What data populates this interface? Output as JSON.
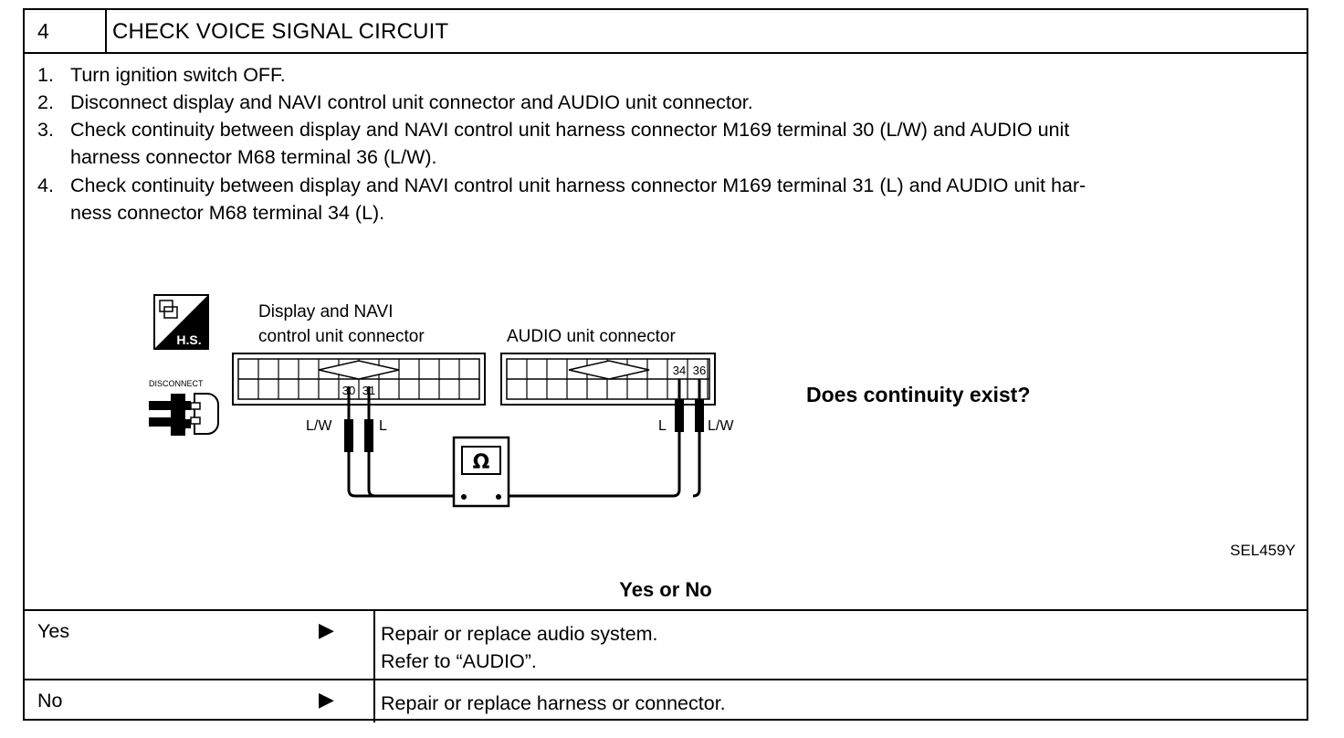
{
  "header": {
    "step_number": "4",
    "title": "CHECK VOICE SIGNAL CIRCUIT"
  },
  "steps": [
    {
      "num": "1.",
      "lines": [
        "Turn ignition switch OFF."
      ]
    },
    {
      "num": "2.",
      "lines": [
        "Disconnect display and NAVI control unit connector and AUDIO unit connector."
      ]
    },
    {
      "num": "3.",
      "lines": [
        "Check continuity between display and NAVI control unit harness connector M169 terminal 30 (L/W) and AUDIO unit",
        "harness connector M68 terminal 36 (L/W)."
      ]
    },
    {
      "num": "4.",
      "lines": [
        "Check continuity between display and NAVI control unit harness connector M169 terminal 31 (L) and AUDIO unit har-",
        "ness connector M68 terminal 34 (L)."
      ]
    }
  ],
  "diagram": {
    "hs_label": "H.S.",
    "disconnect_label": "DISCONNECT",
    "left_connector_label_1": "Display and NAVI",
    "left_connector_label_2": "control unit connector",
    "right_connector_label": "AUDIO unit connector",
    "terminal_30": "30",
    "terminal_31": "31",
    "terminal_34": "34",
    "terminal_36": "36",
    "wire_lw_left": "L/W",
    "wire_l_left": "L",
    "wire_l_right": "L",
    "wire_lw_right": "L/W",
    "meter_symbol": "Ω"
  },
  "question": "Does continuity exist?",
  "figure_id": "SEL459Y",
  "results": {
    "heading": "Yes or No",
    "arrow": "▶",
    "rows": [
      {
        "condition": "Yes",
        "action_lines": [
          "Repair or replace audio system.",
          "Refer to “AUDIO”."
        ]
      },
      {
        "condition": "No",
        "action_lines": [
          "Repair or replace harness or connector."
        ]
      }
    ]
  }
}
